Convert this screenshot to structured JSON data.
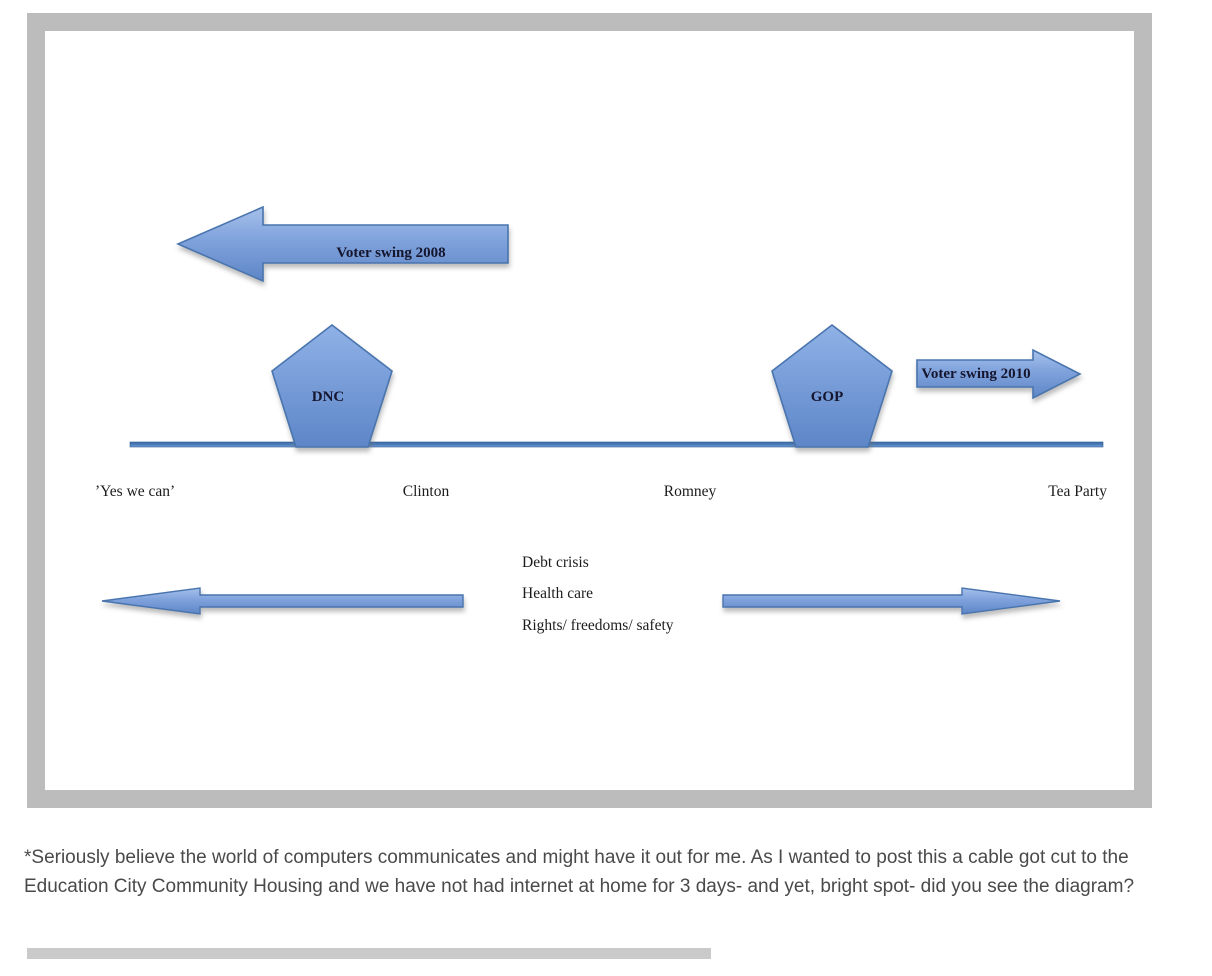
{
  "diagram": {
    "arrows": {
      "swing2008": "Voter swing 2008",
      "swing2010": "Voter swing 2010"
    },
    "parties": {
      "dnc": "DNC",
      "gop": "GOP"
    },
    "axis_labels": [
      "’Yes we can’",
      "Clinton",
      "Romney",
      "Tea Party"
    ],
    "issues": [
      "Debt crisis",
      "Health care",
      "Rights/ freedoms/ safety"
    ],
    "colors": {
      "shape_fill_light": "#a6c0ea",
      "shape_fill_mid": "#7fa2dc",
      "shape_fill_dark": "#5e86c6",
      "shape_border": "#4a74ae",
      "spectrum_line": "#4a79b8",
      "frame_border": "#bcbcbc",
      "bottom_bar": "#cacaca"
    }
  },
  "caption": {
    "text": "*Seriously believe the world of computers communicates and might have it out for me. As I wanted to post this a cable got cut to the Education City Community Housing and we have not had internet at home for 3 days- and yet, bright spot- did you see the diagram?"
  }
}
